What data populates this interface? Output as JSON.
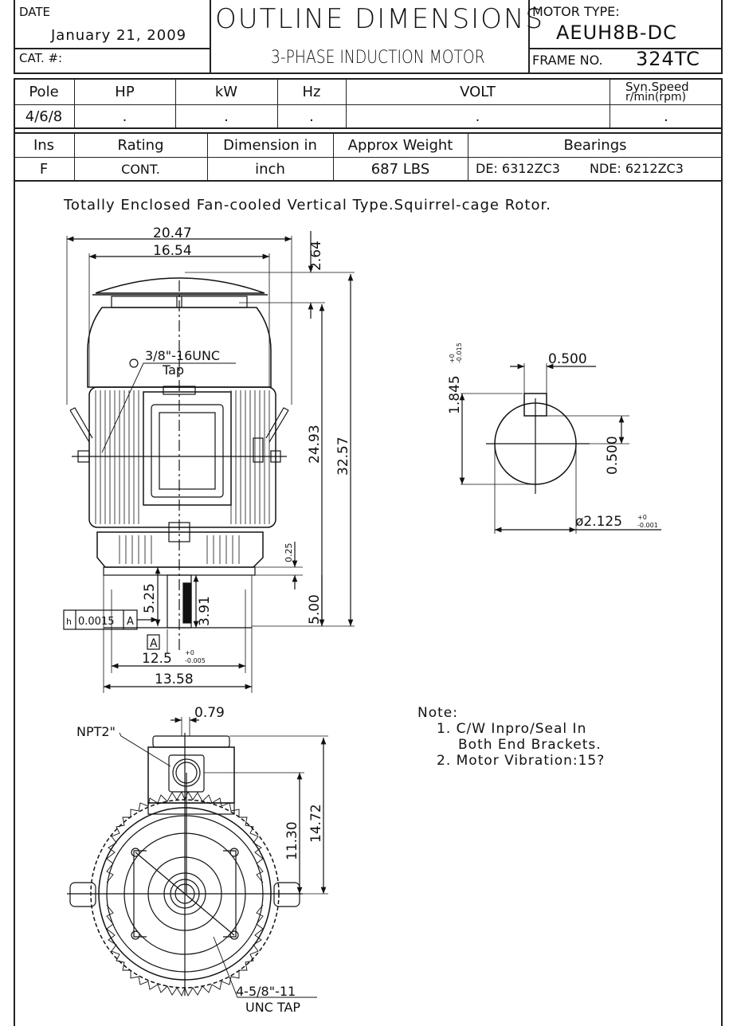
{
  "header": {
    "date_label": "DATE",
    "date_value": "January 21, 2009",
    "cat_label": "CAT. #:",
    "title": "OUTLINE DIMENSIONS",
    "subtitle": "3-PHASE INDUCTION MOTOR",
    "motor_type_label": "MOTOR TYPE:",
    "motor_type_value": "AEUH8B-DC",
    "frame_label": "FRAME NO.",
    "frame_value": "324TC"
  },
  "spec_table": {
    "row1_headers": [
      "Pole",
      "HP",
      "kW",
      "Hz",
      "VOLT"
    ],
    "syn_speed_line1": "Syn.Speed",
    "syn_speed_line2": "r/min(rpm)",
    "row1_values": [
      "4/6/8",
      ".",
      ".",
      ".",
      ".",
      "."
    ],
    "row2_headers": [
      "Ins",
      "Rating",
      "Dimension in",
      "Approx Weight",
      "Bearings"
    ],
    "row2_values": [
      "F",
      "CONT.",
      "inch",
      "687 LBS"
    ],
    "bearing_de": "DE: 6312ZC3",
    "bearing_nde": "NDE: 6212ZC3"
  },
  "description": "Totally Enclosed Fan-cooled Vertical Type.Squirrel-cage Rotor.",
  "dims": {
    "d2047": "20.47",
    "d1654": "16.54",
    "d264": "2.64",
    "tap_label": "3/8\"-16UNC",
    "tap_sub": "Tap",
    "d2493": "24.93",
    "d3257": "32.57",
    "d025": "0.25",
    "d525": "5.25",
    "d391": "3.91",
    "d500": "5.00",
    "tol_box_value": "0.0015",
    "tol_box_ref": "A",
    "datum": "A",
    "d125": "12.5",
    "d125_tol_top": "+0",
    "d125_tol_bot": "-0.005",
    "d1358": "13.58",
    "shaft_key_w": "0.500",
    "shaft_key_d": "0.500",
    "shaft_h": "1.845",
    "shaft_h_tol_top": "+0",
    "shaft_h_tol_bot": "-0.015",
    "shaft_dia": "ø2.125",
    "shaft_dia_tol_top": "+0",
    "shaft_dia_tol_bot": "-0.001",
    "d079": "0.79",
    "npt": "NPT2\"",
    "d1130": "11.30",
    "d1472": "14.72",
    "unc_tap_1": "4-5/8\"-11",
    "unc_tap_2": "UNC TAP"
  },
  "notes": {
    "title": "Note:",
    "line1": "1. C/W Inpro/Seal In",
    "line2": "Both End Brackets.",
    "line3": "2. Motor Vibration:15?"
  }
}
